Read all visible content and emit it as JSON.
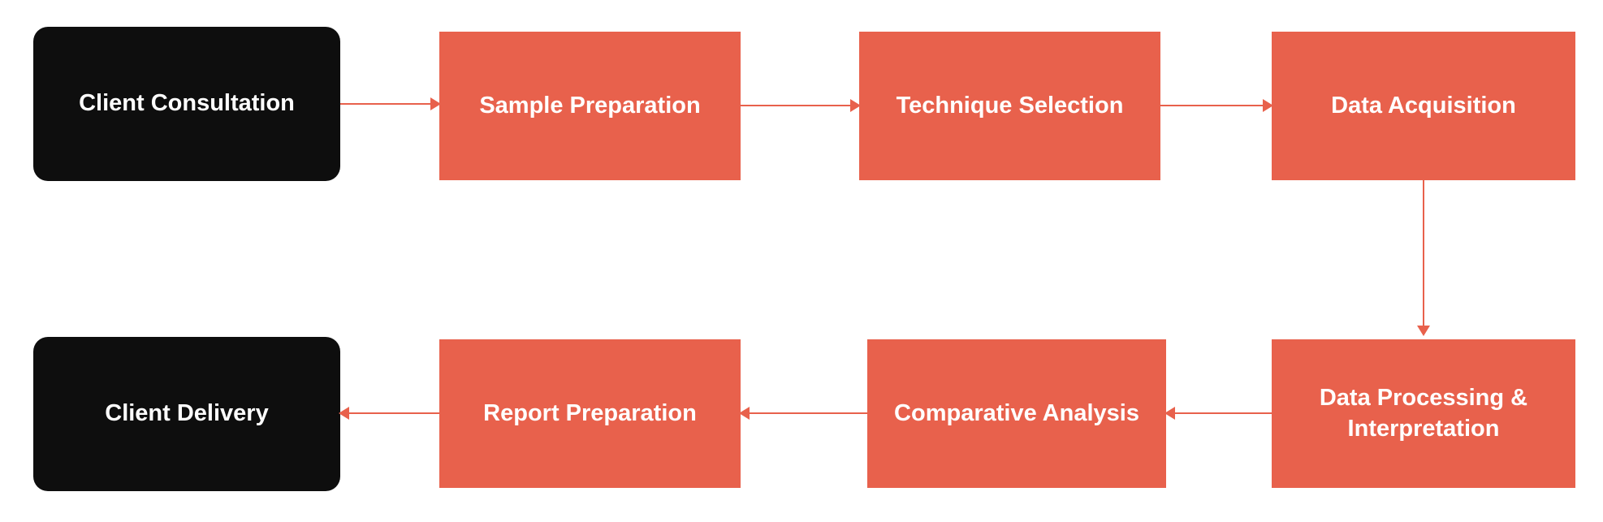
{
  "colors": {
    "accent": "#E8614C",
    "dark": "#0E0E0E",
    "bg": "#FFFFFF",
    "text": "#FFFFFF"
  },
  "diagram": {
    "type": "flowchart",
    "nodes": [
      {
        "id": "client-consultation",
        "label": "Client Consultation",
        "kind": "terminal"
      },
      {
        "id": "sample-preparation",
        "label": "Sample Preparation",
        "kind": "process"
      },
      {
        "id": "technique-selection",
        "label": "Technique Selection",
        "kind": "process"
      },
      {
        "id": "data-acquisition",
        "label": "Data Acquisition",
        "kind": "process"
      },
      {
        "id": "data-processing-interpretation",
        "label": "Data Processing & Interpretation",
        "kind": "process"
      },
      {
        "id": "comparative-analysis",
        "label": "Comparative Analysis",
        "kind": "process"
      },
      {
        "id": "report-preparation",
        "label": "Report Preparation",
        "kind": "process"
      },
      {
        "id": "client-delivery",
        "label": "Client Delivery",
        "kind": "terminal"
      }
    ],
    "edges": [
      {
        "from": "client-consultation",
        "to": "sample-preparation",
        "direction": "right"
      },
      {
        "from": "sample-preparation",
        "to": "technique-selection",
        "direction": "right"
      },
      {
        "from": "technique-selection",
        "to": "data-acquisition",
        "direction": "right"
      },
      {
        "from": "data-acquisition",
        "to": "data-processing-interpretation",
        "direction": "down"
      },
      {
        "from": "data-processing-interpretation",
        "to": "comparative-analysis",
        "direction": "left"
      },
      {
        "from": "comparative-analysis",
        "to": "report-preparation",
        "direction": "left"
      },
      {
        "from": "report-preparation",
        "to": "client-delivery",
        "direction": "left"
      }
    ]
  }
}
